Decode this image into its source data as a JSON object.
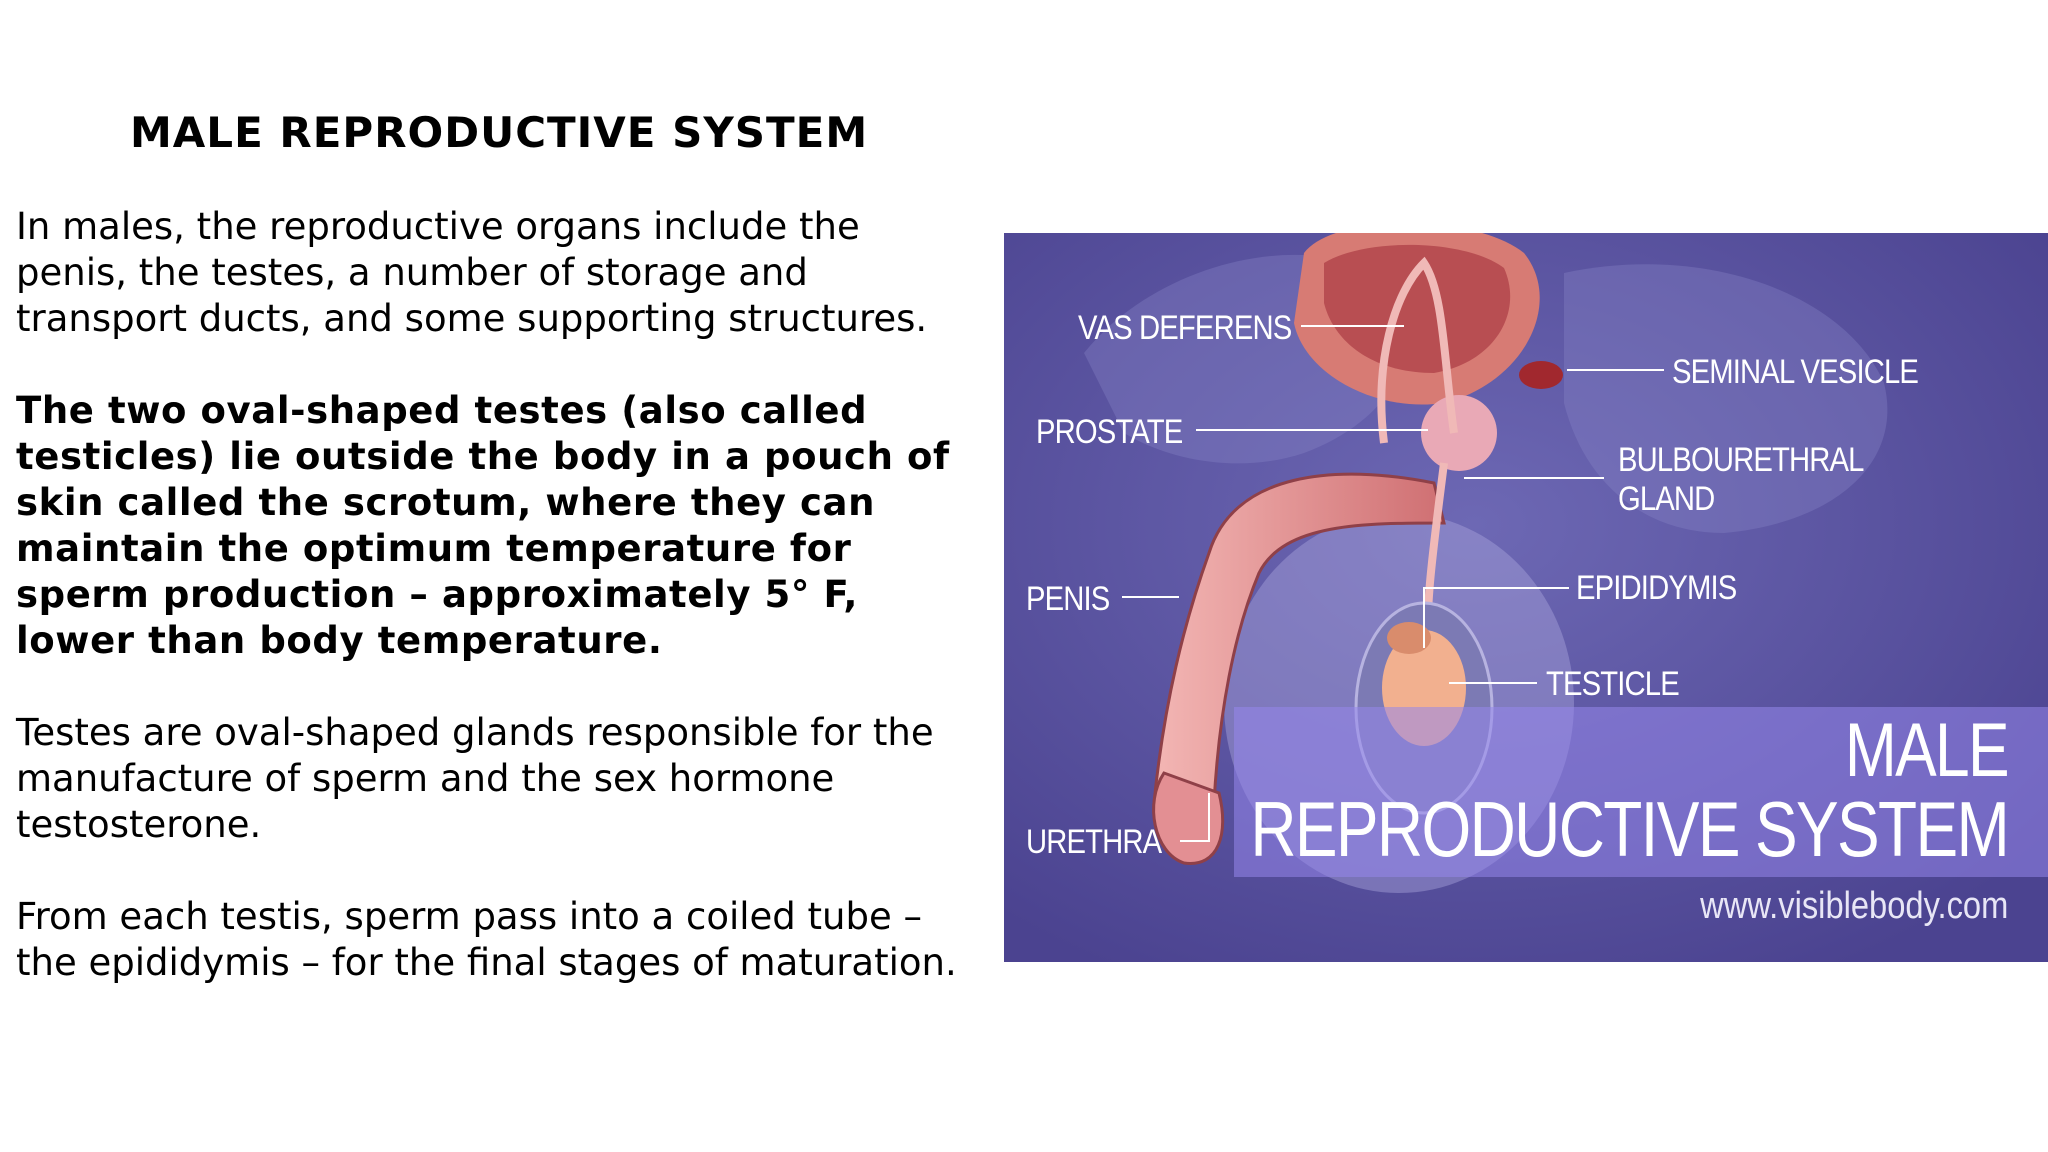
{
  "title": "MALE REPRODUCTIVE SYSTEM",
  "paragraphs": [
    "In males, the reproductive organs include the penis, the testes, a number of storage and transport ducts, and some supporting structures.",
    "The two oval-shaped testes (also called testicles) lie outside the body in a pouch of skin called the scrotum, where they can maintain the optimum temperature for sperm production – approximately  5° F, lower than body temperature.",
    "Testes are oval-shaped glands responsible for the manufacture of sperm and the sex hormone testosterone.",
    "From each testis, sperm pass into a coiled tube – the epididymis – for the final stages of maturation."
  ],
  "figure": {
    "labels": {
      "vas_deferens": "VAS DEFERENS",
      "seminal_vesicle": "SEMINAL VESICLE",
      "prostate": "PROSTATE",
      "bulbourethral_1": "BULBOURETHRAL",
      "bulbourethral_2": "GLAND",
      "penis": "PENIS",
      "epididymis": "EPIDIDYMIS",
      "testicle": "TESTICLE",
      "urethra": "URETHRA"
    },
    "banner_line1": "MALE",
    "banner_line2": "REPRODUCTIVE SYSTEM",
    "url": "www.visiblebody.com"
  }
}
